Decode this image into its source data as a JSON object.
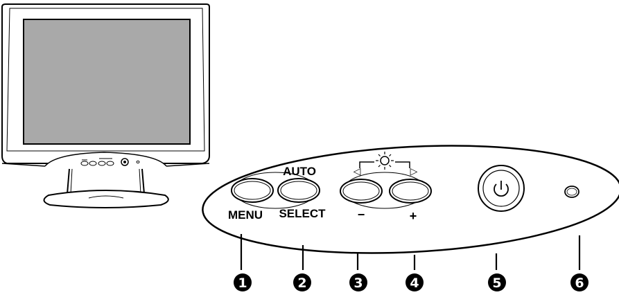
{
  "panel": {
    "label_auto": "AUTO",
    "label_menu": "MENU",
    "label_select": "SELECT",
    "label_minus": "−",
    "label_plus": "+",
    "label_left_arrow": "◁",
    "label_right_arrow": "▷",
    "brightness_icon": "sun-icon",
    "power_icon": "power-icon"
  },
  "callouts": [
    {
      "number": "1"
    },
    {
      "number": "2"
    },
    {
      "number": "3"
    },
    {
      "number": "4"
    },
    {
      "number": "5"
    },
    {
      "number": "6"
    }
  ],
  "colors": {
    "line": "#000000",
    "screen": "#a9a9a9",
    "background": "#ffffff"
  }
}
